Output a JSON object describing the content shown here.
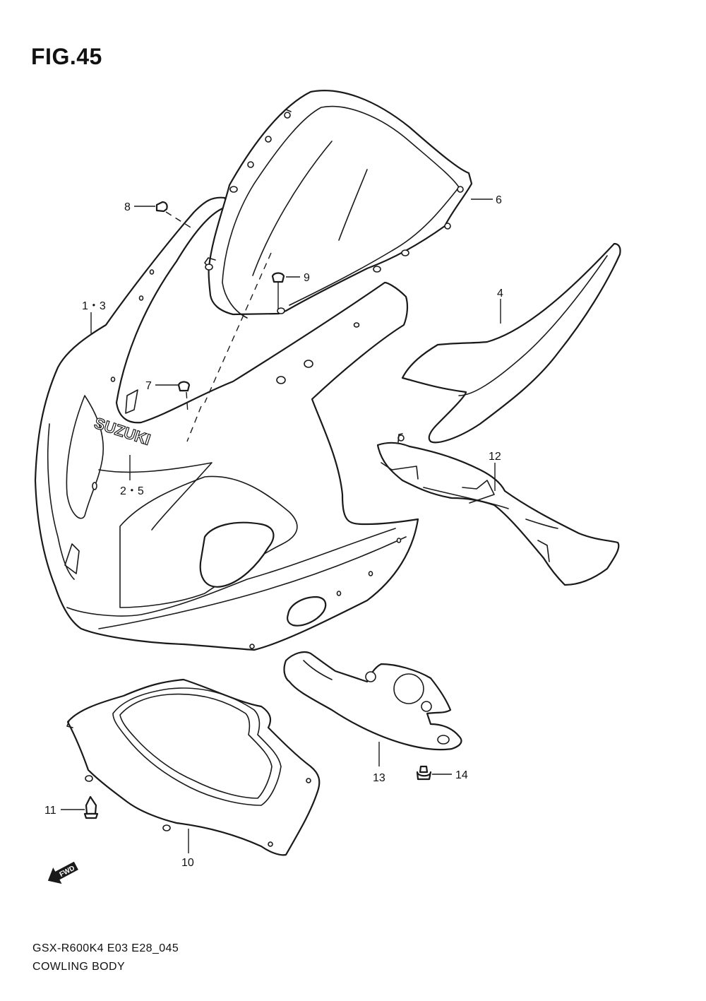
{
  "figure": {
    "title": "FIG.45",
    "code": "GSX-R600K4  E03  E28_045",
    "name": "COWLING BODY"
  },
  "brand_logo": "SUZUKI",
  "direction_arrow": "FWD",
  "callouts": {
    "c1_3": "1・3",
    "c2_5": "2・5",
    "c4": "4",
    "c6": "6",
    "c7": "7",
    "c8": "8",
    "c9": "9",
    "c10": "10",
    "c11": "11",
    "c12": "12",
    "c13": "13",
    "c14": "14"
  },
  "colors": {
    "line": "#1a1a1a",
    "background": "#ffffff"
  }
}
